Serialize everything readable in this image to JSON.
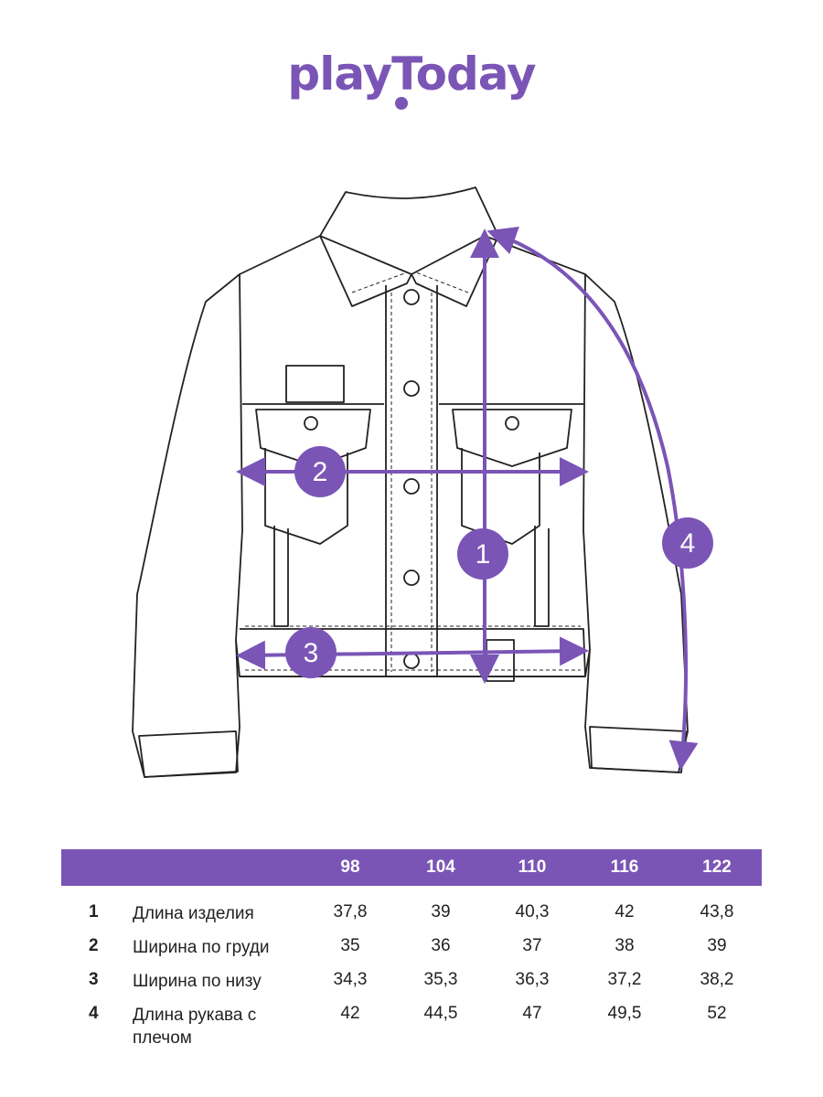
{
  "brand": {
    "name": "playToday",
    "accent_color": "#7a55b6",
    "line_color": "#222222"
  },
  "diagram": {
    "markers": [
      {
        "id": "1",
        "label": "1",
        "icon": "vertical-length-arrow-icon"
      },
      {
        "id": "2",
        "label": "2",
        "icon": "horizontal-chest-arrow-icon"
      },
      {
        "id": "3",
        "label": "3",
        "icon": "horizontal-hem-arrow-icon"
      },
      {
        "id": "4",
        "label": "4",
        "icon": "curved-sleeve-arrow-icon"
      }
    ]
  },
  "size_table": {
    "sizes": [
      "98",
      "104",
      "110",
      "116",
      "122"
    ],
    "rows": [
      {
        "num": "1",
        "label": "Длина изделия",
        "values": [
          "37,8",
          "39",
          "40,3",
          "42",
          "43,8"
        ]
      },
      {
        "num": "2",
        "label": "Ширина по груди",
        "values": [
          "35",
          "36",
          "37",
          "38",
          "39"
        ]
      },
      {
        "num": "3",
        "label": "Ширина по низу",
        "values": [
          "34,3",
          "35,3",
          "36,3",
          "37,2",
          "38,2"
        ]
      },
      {
        "num": "4",
        "label": "Длина рукава с плечом",
        "values": [
          "42",
          "44,5",
          "47",
          "49,5",
          "52"
        ]
      }
    ]
  }
}
